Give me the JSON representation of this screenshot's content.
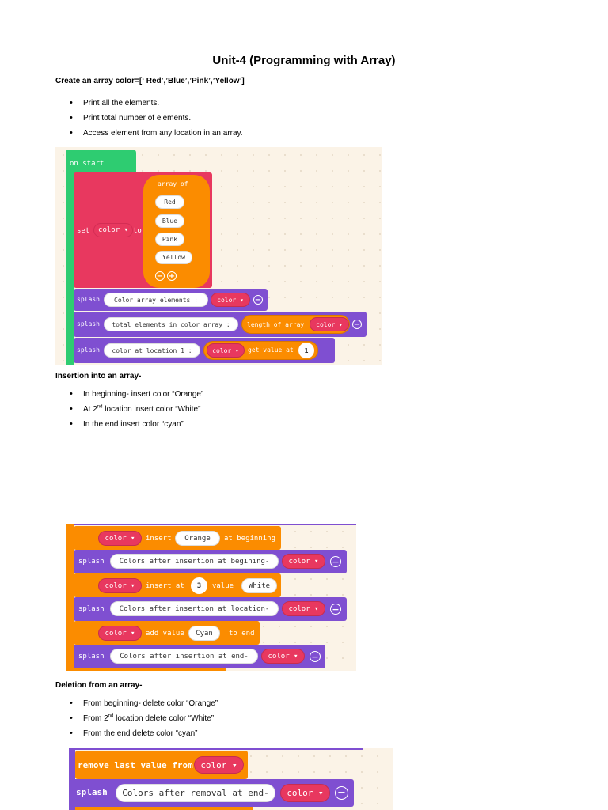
{
  "title": "Unit-4 (Programming with Array)",
  "intro": "Create an array color=[‘ Red’,’Blue’,’Pink’,’Yellow’]",
  "bullets1": [
    "Print all the elements.",
    "Print total number of elements.",
    "Access element from any location in an array."
  ],
  "insert_head": "Insertion into an array-",
  "bullets2": {
    "b0": "In beginning- insert color “Orange”",
    "b1_pre": "At 2",
    "b1_sup": "nd",
    "b1_post": " location insert color “White”",
    "b2": "In the end insert color “cyan”"
  },
  "delete_head": "Deletion from an array-",
  "bullets3": {
    "b0": "From beginning- delete color “Orange”",
    "b1_pre": "From 2",
    "b1_sup": "nd",
    "b1_post": " location delete color “White”",
    "b2": "From the end delete color “cyan”"
  },
  "code1": {
    "on_start": "on start",
    "set": "set",
    "var": "color",
    "to": "to",
    "array_of": "array of",
    "items": [
      "Red",
      "Blue",
      "Pink",
      "Yellow"
    ],
    "splash": "splash",
    "s1": "Color array elements :",
    "s2": "total elements in color array :",
    "length_of_array": "length of array",
    "s3": "color at location 1 :",
    "get_value_at": "get value at",
    "index": "1"
  },
  "code2": {
    "insert": "insert",
    "orange": "Orange",
    "at_beginning": "at beginning",
    "splash": "splash",
    "s1": "Colors after insertion at begining-",
    "insert_at": "insert at",
    "index": "3",
    "value": "value",
    "white": "White",
    "s2": "Colors after insertion at location-",
    "add_value": "add value",
    "cyan": "Cyan",
    "to_end": "to end",
    "s3": "Colors after insertion at end-",
    "var": "color"
  },
  "code3": {
    "remove_last": "remove last value from",
    "var": "color",
    "splash": "splash",
    "s1": "Colors after removal at end-"
  },
  "colors": {
    "red": "#e8385f",
    "purple": "#7f4fd1",
    "orange": "#fb8c00",
    "green": "#2ecc71",
    "canvas": "#fbf3e7"
  },
  "icons": [
    "dropdown-arrow-icon",
    "minus-circle-icon",
    "plus-circle-icon"
  ]
}
